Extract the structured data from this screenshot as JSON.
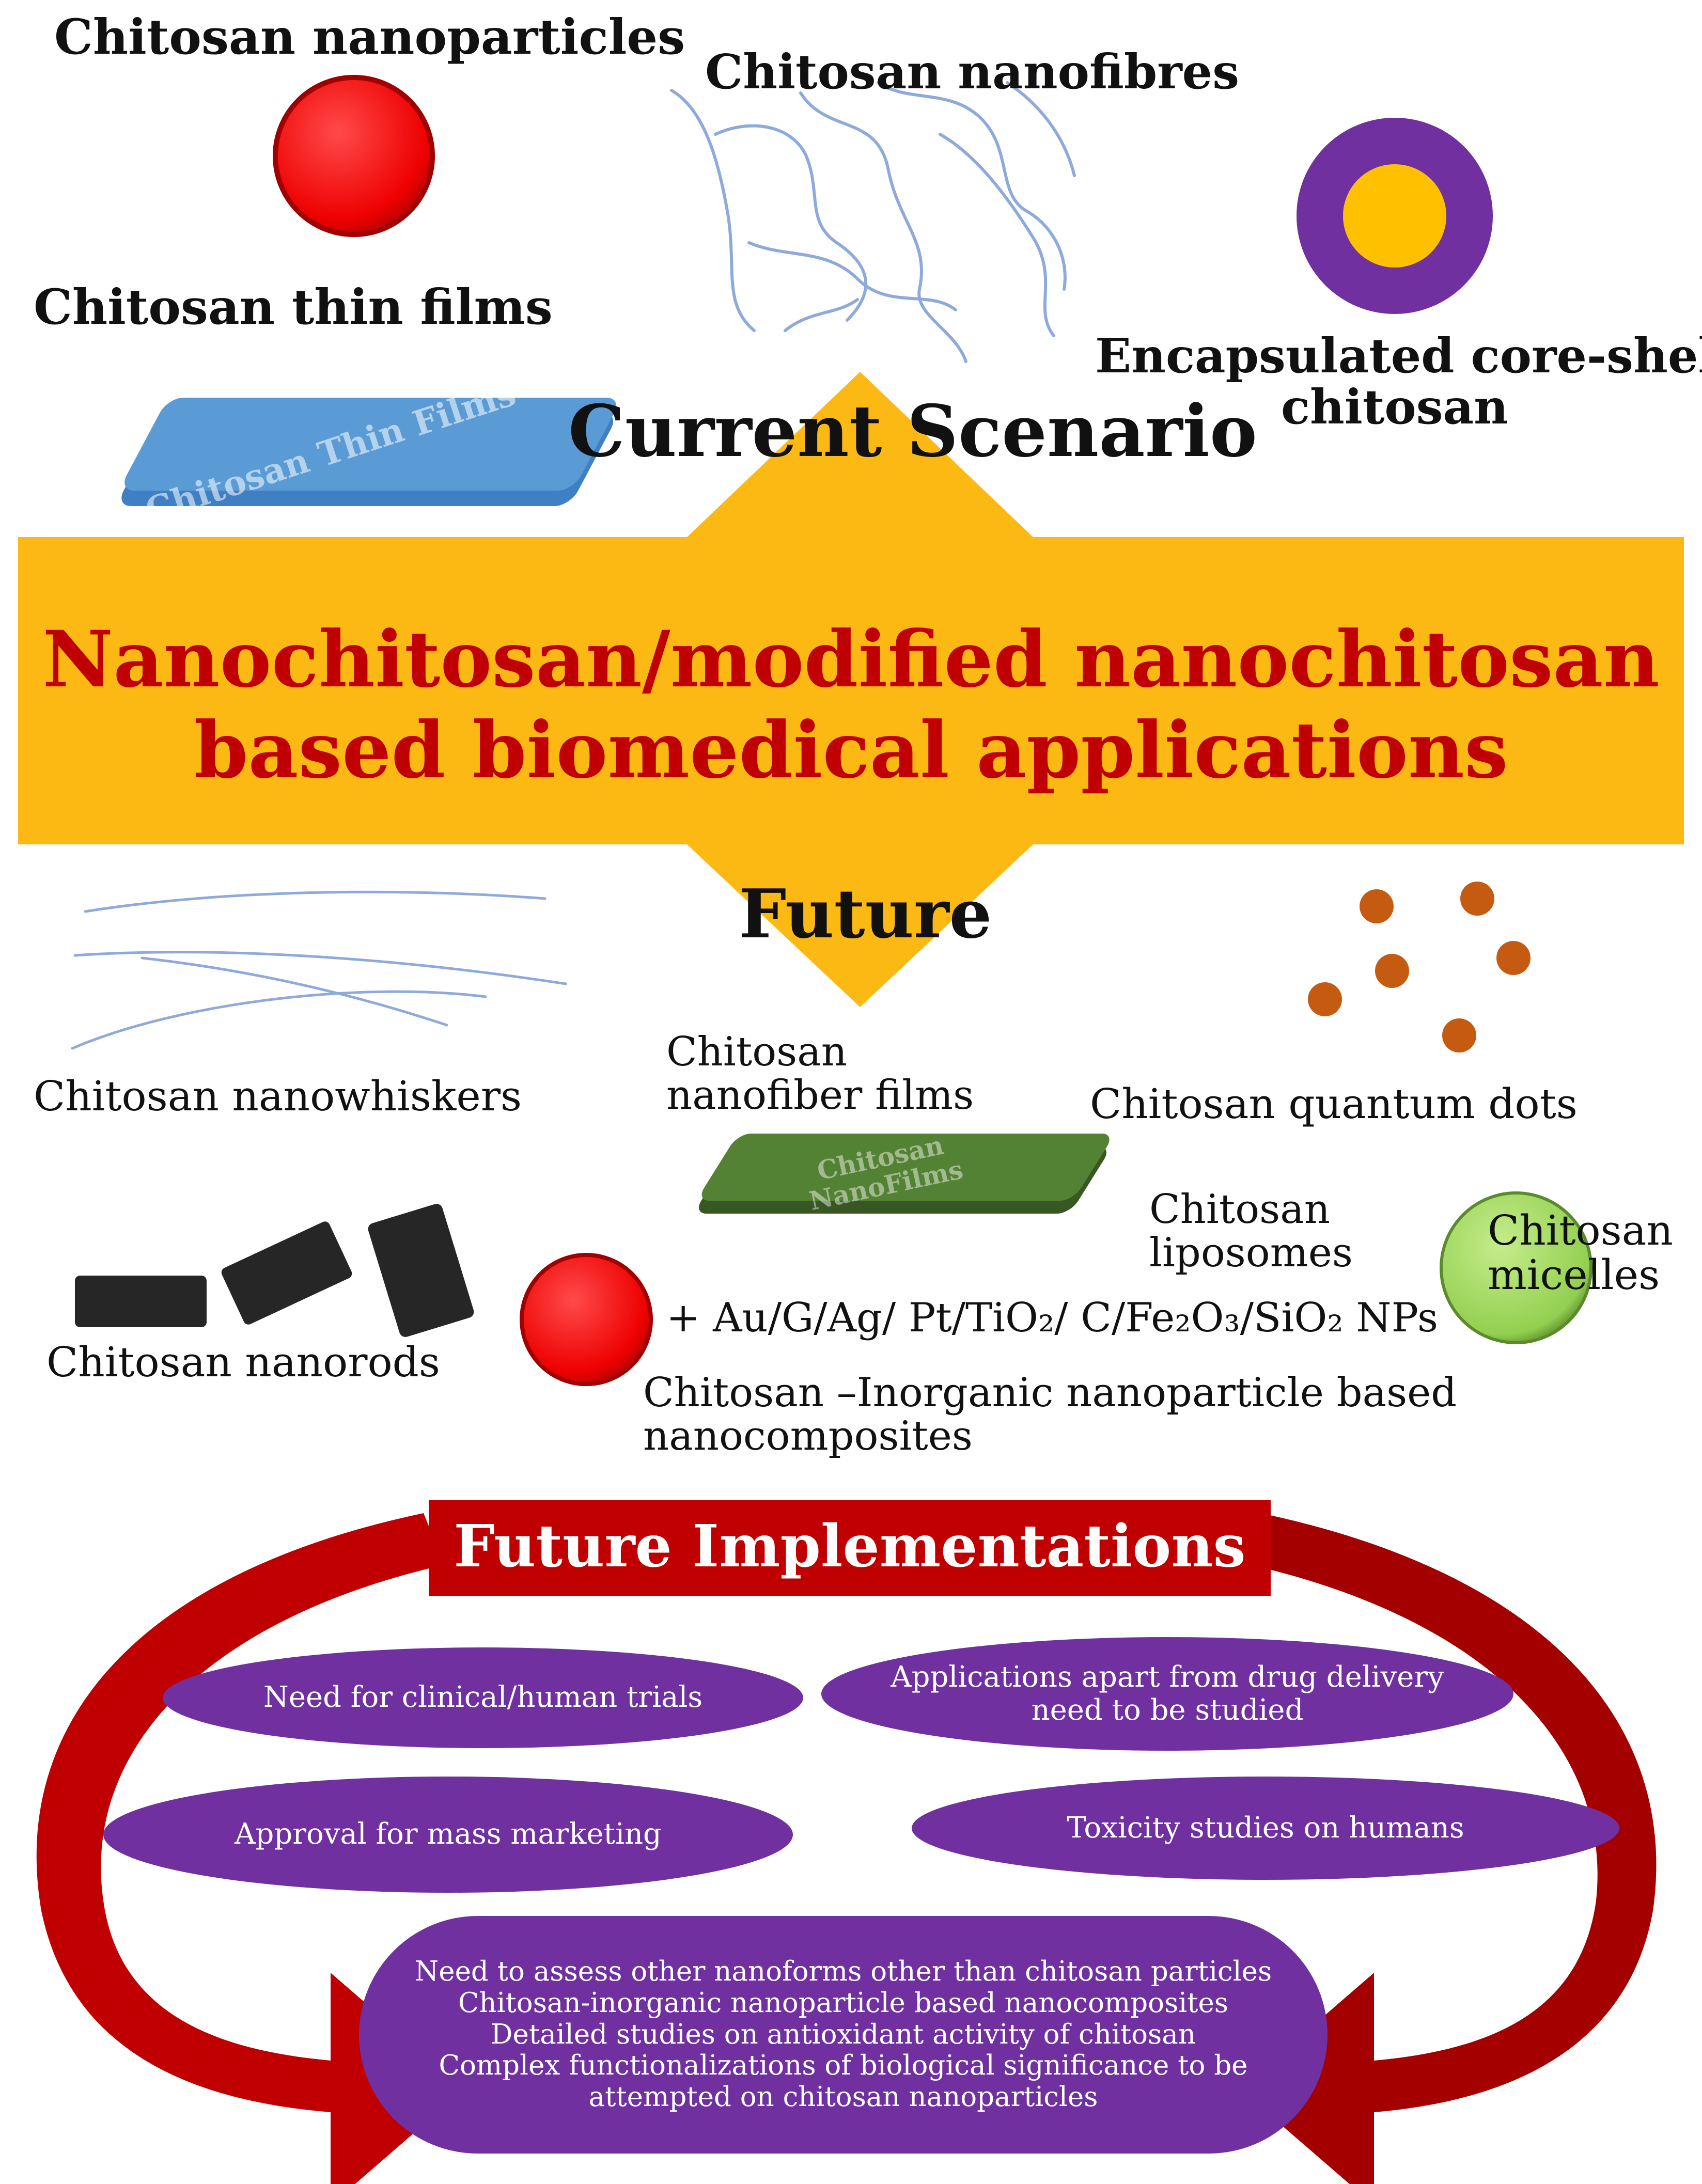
{
  "top": {
    "nanoparticles_label": "Chitosan nanoparticles",
    "nanofibres_label": "Chitosan nanofibres",
    "thin_films_label": "Chitosan thin films",
    "thin_films_plate_text": "Chitosan Thin Films",
    "core_shell_label_line1": "Encapsulated core-shell",
    "core_shell_label_line2": "chitosan",
    "current_scenario": "Current Scenario"
  },
  "banner": {
    "line1": "Nanochitosan/modified nanochitosan",
    "line2": "based biomedical applications"
  },
  "bottom": {
    "future": "Future",
    "nanowhiskers_label": "Chitosan nanowhiskers",
    "nanofiber_films_line1": "Chitosan",
    "nanofiber_films_line2": "nanofiber films",
    "nanofilms_plate_text": "Chitosan NanoFilms",
    "quantum_dots_label": "Chitosan quantum dots",
    "liposomes_line1": "Chitosan",
    "liposomes_line2": "liposomes",
    "micelles_line1": "Chitosan",
    "micelles_line2": "micelles",
    "nanorods_label": "Chitosan nanorods",
    "inorganic_formula": "+ Au/G/Ag/ Pt/TiO₂/ C/Fe₂O₃/SiO₂ NPs",
    "inorganic_line1": "Chitosan –Inorganic nanoparticle based",
    "inorganic_line2": "nanocomposites"
  },
  "future_implementations": {
    "title": "Future Implementations",
    "items": [
      "Need for clinical/human  trials",
      "Applications apart from drug delivery\nneed to be studied",
      "Approval for mass marketing",
      "Toxicity studies on humans"
    ],
    "center_box": "Need to assess other nanoforms other than chitosan particles\nChitosan-inorganic nanoparticle based nanocomposites\nDetailed studies on antioxidant activity of chitosan\nComplex functionalizations of biological significance to be\nattempted on chitosan nanoparticles"
  },
  "colors": {
    "banner": "#fdb913",
    "banner_text": "#c00000",
    "arrow_red": "#c00000",
    "pill_purple": "#7030a0",
    "nanoparticle_red": "#ff0000",
    "shell_purple": "#7030a0",
    "core_yellow": "#ffc000",
    "qdot_brown": "#c55a11",
    "micelle_green": "#92d050",
    "film_blue": "#5b9bd5",
    "film_green": "#548235",
    "nanorod": "#262626",
    "fibre_blue": "#8eaadb"
  }
}
